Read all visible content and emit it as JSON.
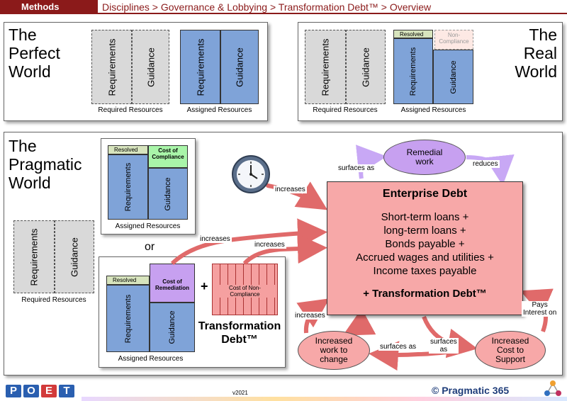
{
  "header": {
    "tab": "Methods",
    "breadcrumb": "Disciplines > Governance & Lobbying > Transformation Debt™ > Overview"
  },
  "perfect": {
    "title": [
      "The",
      "Perfect",
      "World"
    ],
    "required": {
      "col1": "Requirements",
      "col2": "Guidance",
      "caption": "Required Resources"
    },
    "assigned": {
      "col1": "Requirements",
      "col2": "Guidance",
      "caption": "Assigned Resources"
    }
  },
  "real": {
    "title": [
      "The",
      "Real",
      "World"
    ],
    "required": {
      "col1": "Requirements",
      "col2": "Guidance",
      "caption": "Required Resources"
    },
    "assigned": {
      "resolved": "Resolved",
      "noncompliance": "Non-\nCompliance",
      "col1": "Requirements",
      "col2": "Guidance",
      "caption": "Assigned Resources"
    }
  },
  "pragmatic": {
    "title": [
      "The",
      "Pragmatic",
      "World"
    ],
    "option_a": {
      "resolved": "Resolved",
      "cost": "Cost of\nCompliance",
      "col1": "Requirements",
      "col2": "Guidance",
      "caption": "Assigned Resources"
    },
    "or": "or",
    "required": {
      "col1": "Requirements",
      "col2": "Guidance",
      "caption": "Required Resources"
    },
    "option_b": {
      "resolved": "Resolved",
      "cost": "Cost of\nRemediation",
      "plus": "+",
      "noncompliance": "Cost of Non-\nCompliance",
      "col1": "Requirements",
      "col2": "Guidance",
      "caption": "Assigned Resources",
      "debt_line1": "Transformation",
      "debt_line2": "Debt™"
    },
    "enterprise": {
      "title": "Enterprise Debt",
      "lines": [
        "Short-term loans +",
        "long-term loans +",
        "Bonds payable +",
        "Accrued wages and utilities +",
        "Income taxes payable"
      ],
      "footer": "+ Transformation Debt™"
    },
    "remedial": "Remedial\nwork",
    "increased_work": "Increased\nwork to\nchange",
    "increased_cost": "Increased\nCost to\nSupport",
    "labels": {
      "surfaces_as_top": "surfaces as",
      "reduces": "reduces",
      "increases_clock": "increases",
      "increases_a": "increases",
      "increases_b": "increases",
      "increases_left": "increases",
      "surfaces_as_bottom": "surfaces as",
      "surfaces_as_mid": "surfaces\nas",
      "pays_interest": "Pays\nInterest on"
    }
  },
  "footer": {
    "logo_letters": [
      "P",
      "O",
      "E",
      "T"
    ],
    "logo_colors": [
      "#2a5fb0",
      "#2a5fb0",
      "#d23a3a",
      "#2a5fb0"
    ],
    "version": "v2021",
    "brand": "© Pragmatic 365"
  }
}
